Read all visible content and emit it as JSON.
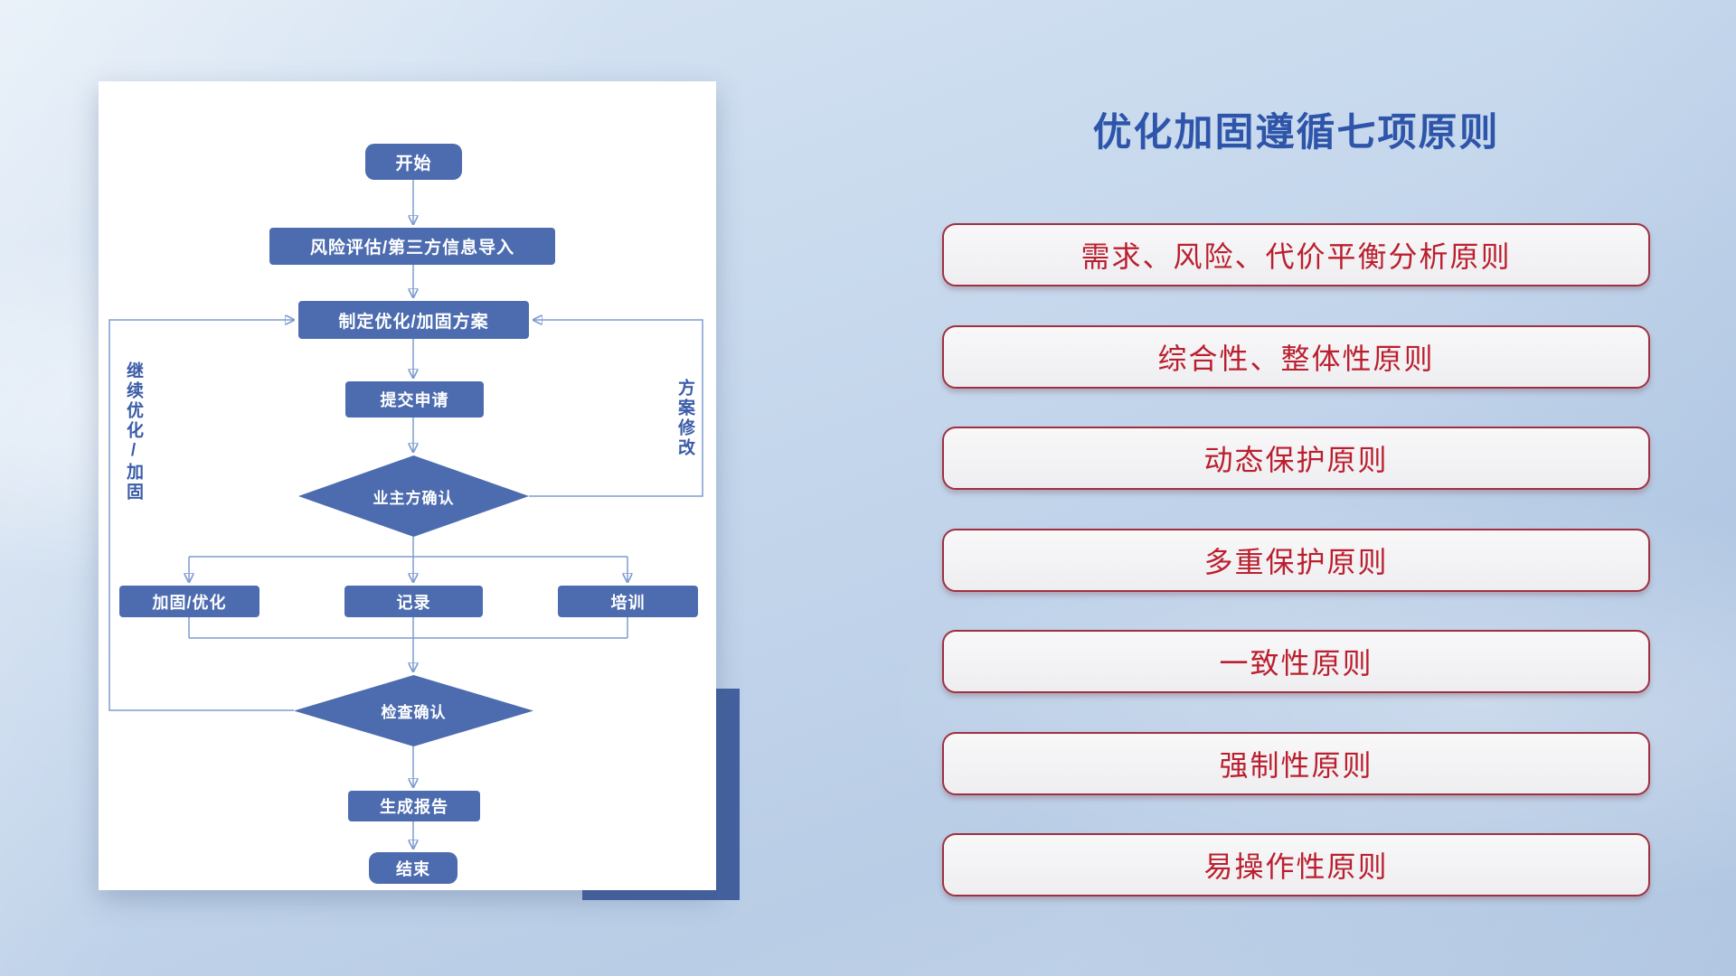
{
  "flowchart": {
    "nodes": {
      "start": "开始",
      "risk_import": "风险评估/第三方信息导入",
      "make_plan": "制定优化/加固方案",
      "submit": "提交申请",
      "owner_confirm": "业主方确认",
      "harden": "加固/优化",
      "record": "记录",
      "training": "培训",
      "check_confirm": "检查确认",
      "report": "生成报告",
      "end": "结束"
    },
    "labels": {
      "left_loop": "继续优化/加固",
      "right_loop": "方案修改"
    },
    "colors": {
      "node_fill": "#4d6cb0",
      "connector": "#7e9cd1",
      "side_label": "#3a5ca8",
      "accent_block": "#44619f"
    }
  },
  "principles": {
    "title": "优化加固遵循七项原则",
    "title_color": "#2e55a9",
    "text_color": "#bb1f2e",
    "border_color": "#a03040",
    "items": [
      {
        "label": "需求、风险、代价平衡分析原则"
      },
      {
        "label": "综合性、整体性原则"
      },
      {
        "label": "动态保护原则"
      },
      {
        "label": "多重保护原则"
      },
      {
        "label": "一致性原则"
      },
      {
        "label": "强制性原则"
      },
      {
        "label": "易操作性原则"
      }
    ]
  }
}
